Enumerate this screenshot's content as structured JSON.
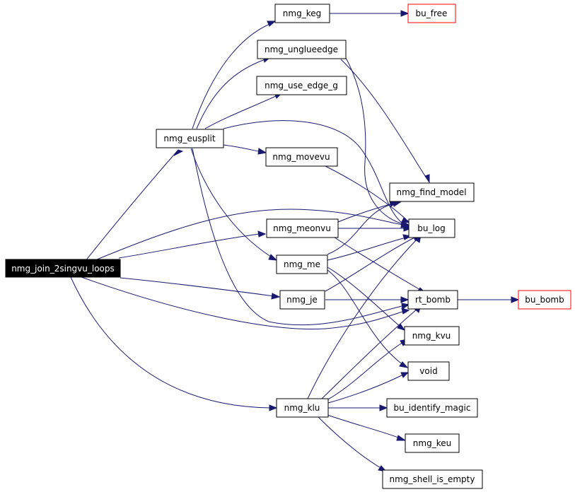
{
  "colors": {
    "edge": "#191970",
    "node_border": "#000000",
    "external_node_border": "#ff0000",
    "root_fill": "#000000",
    "root_text": "#ffffff"
  },
  "nodes": {
    "nmg_join_2singvu_loops": "nmg_join_2singvu_loops",
    "nmg_eusplit": "nmg_eusplit",
    "nmg_keg": "nmg_keg",
    "bu_free": "bu_free",
    "nmg_unglueedge": "nmg_unglueedge",
    "nmg_use_edge_g": "nmg_use_edge_g",
    "nmg_movevu": "nmg_movevu",
    "nmg_find_model": "nmg_find_model",
    "nmg_meonvu": "nmg_meonvu",
    "bu_log": "bu_log",
    "nmg_me": "nmg_me",
    "nmg_je": "nmg_je",
    "rt_bomb": "rt_bomb",
    "bu_bomb": "bu_bomb",
    "nmg_kvu": "nmg_kvu",
    "void": "void",
    "nmg_klu": "nmg_klu",
    "bu_identify_magic": "bu_identify_magic",
    "nmg_keu": "nmg_keu",
    "nmg_shell_is_empty": "nmg_shell_is_empty"
  }
}
